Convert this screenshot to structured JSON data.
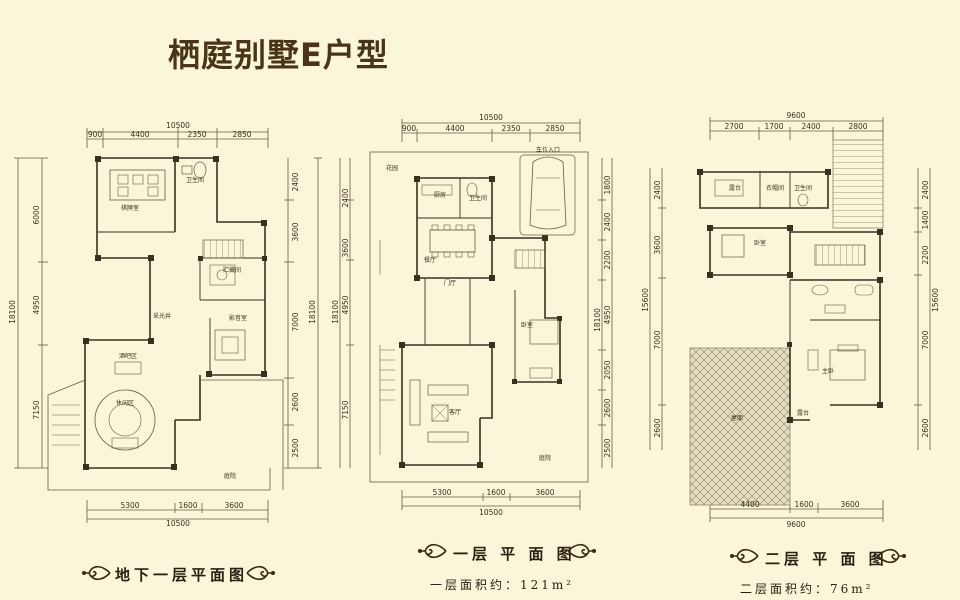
{
  "title": "栖庭别墅E户型",
  "captions": {
    "basement": "地下一层平面图",
    "floor1": "一层 平 面 图",
    "floor2": "二层 平 面 图"
  },
  "areas": {
    "floor1": "一层面积约：121m²",
    "floor2": "二层面积约：76m²"
  },
  "dims": {
    "b_top_total": "10500",
    "b_top": [
      "900",
      "4400",
      "2350",
      "2850"
    ],
    "b_left": [
      "6000",
      "18100",
      "4950",
      "7150"
    ],
    "b_right": [
      "2400",
      "3600",
      "7000",
      "2600",
      "2500"
    ],
    "b_bottom": [
      "5300",
      "1600",
      "3600"
    ],
    "b_bottom_total": "10500",
    "f1_top_total": "10500",
    "f1_top": [
      "900",
      "4400",
      "2350",
      "2850"
    ],
    "f1_left": [
      "2400",
      "3600",
      "4950",
      "18100",
      "7150"
    ],
    "f1_right": [
      "1800",
      "2400",
      "2200",
      "4950",
      "2050",
      "2600",
      "2500"
    ],
    "f1_bottom": [
      "5300",
      "1600",
      "3600"
    ],
    "f1_bottom_total": "10500",
    "f2_top_total": "9600",
    "f2_top": [
      "2700",
      "1700",
      "2400",
      "2800"
    ],
    "f2_left": [
      "2400",
      "3600",
      "15600",
      "7000",
      "2600"
    ],
    "f2_right": [
      "2400",
      "1400",
      "2200",
      "15600",
      "7000",
      "2600"
    ],
    "f2_bottom": [
      "4400",
      "1600",
      "3600"
    ],
    "f2_bottom_total": "9600"
  },
  "rooms": {
    "b_tea": "棋牌室",
    "b_wc": "卫生间",
    "b_storage": "贮藏间",
    "b_shaft": "采光井",
    "b_audio": "影音室",
    "b_bar": "酒吧区",
    "b_leisure": "休闲区",
    "b_court": "庭院",
    "f1_kitchen": "厨房",
    "f1_wc": "卫生间",
    "f1_dining": "餐厅",
    "f1_garage": "车位入口",
    "f1_hall": "门厅",
    "f1_bed": "卧室",
    "f1_living": "客厅",
    "f1_garden": "花园",
    "f1_court": "庭院",
    "f2_terrace": "露台",
    "f2_closet": "衣帽间",
    "f2_wc": "卫生间",
    "f2_bed": "卧室",
    "f2_master": "主卧",
    "f2_roof": "屋面",
    "f2_balcony": "露台"
  },
  "colors": {
    "background": "#fbf6d9",
    "wall": "#3a3020",
    "line": "#6a5c40",
    "roof": "#d8d2b8"
  }
}
